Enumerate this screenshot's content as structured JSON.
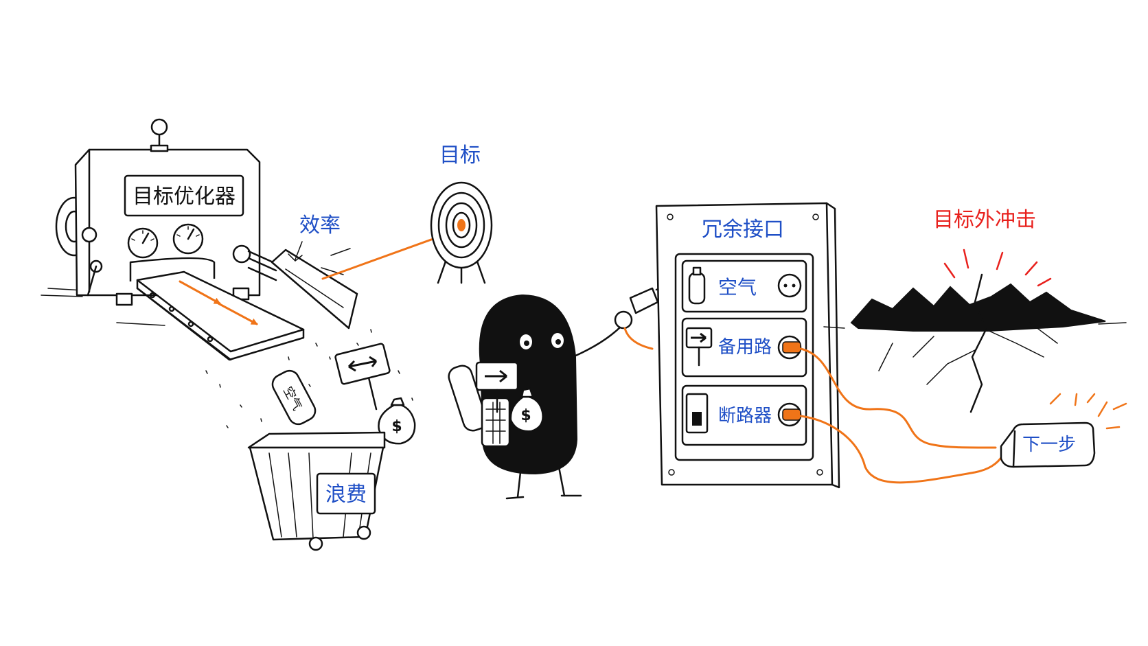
{
  "labels": {
    "machine": "目标优化器",
    "efficiency": "效率",
    "target": "目标",
    "waste": "浪费",
    "panel_title": "冗余接口",
    "slot_air": "空气",
    "slot_backup": "备用路",
    "slot_breaker": "断路器",
    "impact": "目标外冲击",
    "next_step": "下一步",
    "can_label": "空气"
  },
  "colors": {
    "ink": "#111111",
    "blue_text": "#1f4fc6",
    "orange_accent": "#f07418",
    "red_text": "#e8201c"
  }
}
